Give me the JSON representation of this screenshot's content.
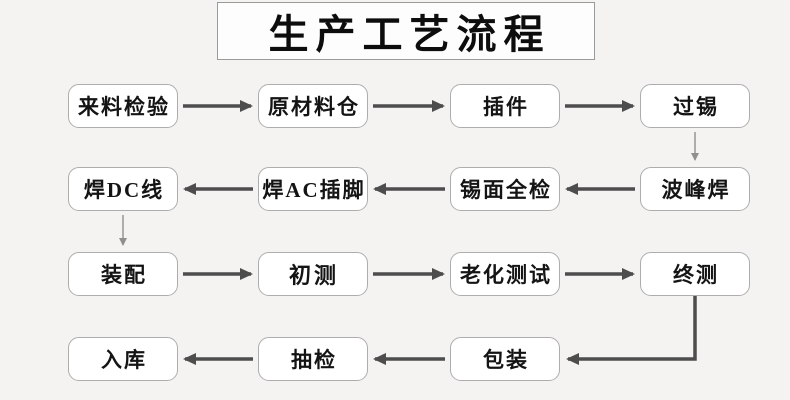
{
  "title": {
    "text": "生产工艺流程"
  },
  "flowchart": {
    "colors": {
      "canvas_bg": "#f4f3f1",
      "node_bg": "#ffffff",
      "node_border": "#adadad",
      "node_text": "#141414",
      "arrow_strong": "#4d4d4d",
      "arrow_light": "#8f8f8f",
      "title_border": "#9a9a9a"
    },
    "nodes": [
      {
        "id": "incoming-inspection",
        "label": "来料检验",
        "row": 0,
        "col": 0
      },
      {
        "id": "raw-material-warehouse",
        "label": "原材料仓",
        "row": 0,
        "col": 1
      },
      {
        "id": "component-insertion",
        "label": "插件",
        "row": 0,
        "col": 2
      },
      {
        "id": "tin-passing",
        "label": "过锡",
        "row": 0,
        "col": 3
      },
      {
        "id": "wave-soldering",
        "label": "波峰焊",
        "row": 1,
        "col": 3
      },
      {
        "id": "solder-surface-inspection",
        "label": "锡面全检",
        "row": 1,
        "col": 2
      },
      {
        "id": "solder-ac-pins",
        "label": "焊AC插脚",
        "row": 1,
        "col": 1
      },
      {
        "id": "solder-dc-wire",
        "label": "焊DC线",
        "row": 1,
        "col": 0
      },
      {
        "id": "assembly",
        "label": "装配",
        "row": 2,
        "col": 0
      },
      {
        "id": "initial-test",
        "label": "初测",
        "row": 2,
        "col": 1,
        "emphasis": true
      },
      {
        "id": "aging-test",
        "label": "老化测试",
        "row": 2,
        "col": 2
      },
      {
        "id": "final-test",
        "label": "终测",
        "row": 2,
        "col": 3
      },
      {
        "id": "packaging",
        "label": "包装",
        "row": 3,
        "col": 2
      },
      {
        "id": "sampling-inspection",
        "label": "抽检",
        "row": 3,
        "col": 1
      },
      {
        "id": "warehousing",
        "label": "入库",
        "row": 3,
        "col": 0
      }
    ],
    "edges": [
      {
        "from": "incoming-inspection",
        "to": "raw-material-warehouse",
        "style": "strong",
        "kind": "horizontal"
      },
      {
        "from": "raw-material-warehouse",
        "to": "component-insertion",
        "style": "strong",
        "kind": "horizontal"
      },
      {
        "from": "component-insertion",
        "to": "tin-passing",
        "style": "strong",
        "kind": "horizontal"
      },
      {
        "from": "tin-passing",
        "to": "wave-soldering",
        "style": "light",
        "kind": "vertical"
      },
      {
        "from": "wave-soldering",
        "to": "solder-surface-inspection",
        "style": "strong",
        "kind": "horizontal"
      },
      {
        "from": "solder-surface-inspection",
        "to": "solder-ac-pins",
        "style": "strong",
        "kind": "horizontal"
      },
      {
        "from": "solder-ac-pins",
        "to": "solder-dc-wire",
        "style": "strong",
        "kind": "horizontal"
      },
      {
        "from": "solder-dc-wire",
        "to": "assembly",
        "style": "light",
        "kind": "vertical"
      },
      {
        "from": "assembly",
        "to": "initial-test",
        "style": "strong",
        "kind": "horizontal"
      },
      {
        "from": "initial-test",
        "to": "aging-test",
        "style": "strong",
        "kind": "horizontal"
      },
      {
        "from": "aging-test",
        "to": "final-test",
        "style": "strong",
        "kind": "horizontal"
      },
      {
        "from": "final-test",
        "to": "packaging",
        "style": "strong",
        "kind": "elbow"
      },
      {
        "from": "packaging",
        "to": "sampling-inspection",
        "style": "strong",
        "kind": "horizontal"
      },
      {
        "from": "sampling-inspection",
        "to": "warehousing",
        "style": "strong",
        "kind": "horizontal"
      }
    ]
  }
}
